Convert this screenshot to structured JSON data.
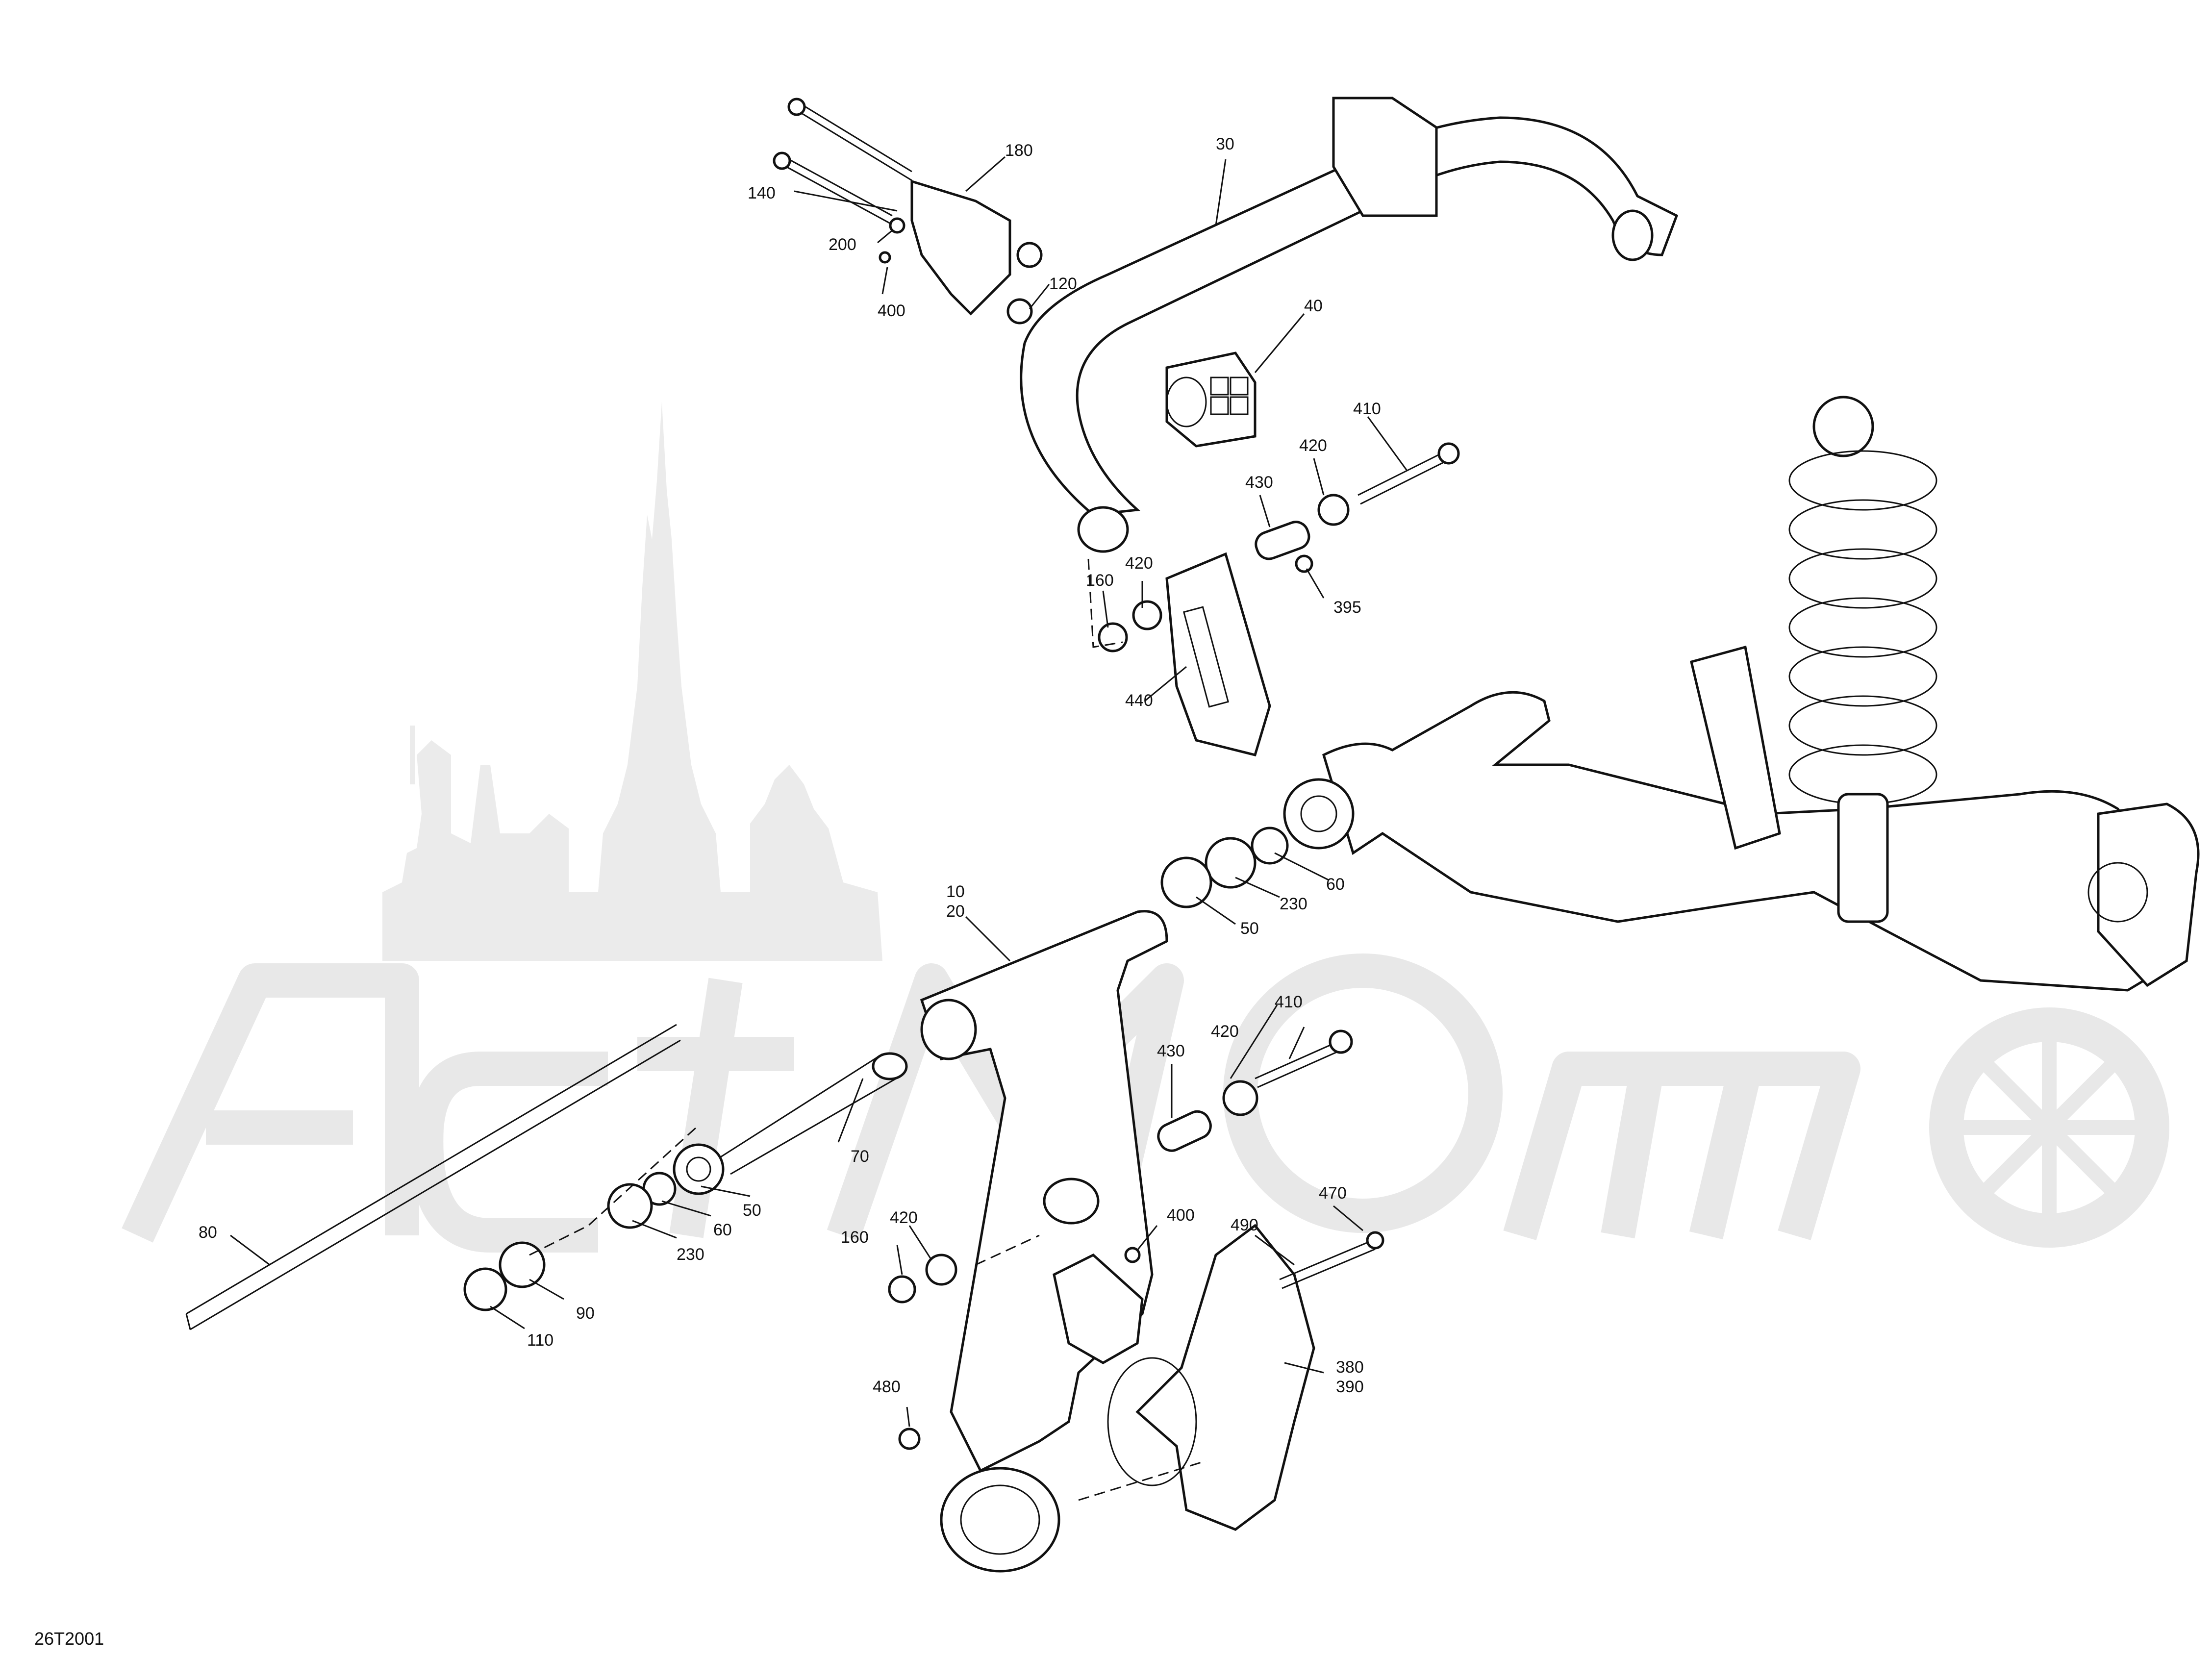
{
  "diagram_code": "26T2001",
  "watermark": {
    "logo": "ActiMoto",
    "icon_name": "city-skyline-and-wheel-watermark"
  },
  "callouts": {
    "c10_20": [
      "10",
      "20"
    ],
    "c30": "30",
    "c40": "40",
    "c50a": "50",
    "c50b": "50",
    "c60a": "60",
    "c60b": "60",
    "c70": "70",
    "c80": "80",
    "c90": "90",
    "c110": "110",
    "c120": "120",
    "c140": "140",
    "c160a": "160",
    "c160b": "160",
    "c180": "180",
    "c200": "200",
    "c230a": "230",
    "c230b": "230",
    "c380_390": [
      "380",
      "390"
    ],
    "c395": "395",
    "c400a": "400",
    "c400b": "400",
    "c410a": "410",
    "c410b": "410",
    "c420a": "420",
    "c420b": "420",
    "c420c": "420",
    "c420d": "420",
    "c430a": "430",
    "c430b": "430",
    "c440": "440",
    "c470": "470",
    "c480": "480",
    "c490": "490"
  }
}
